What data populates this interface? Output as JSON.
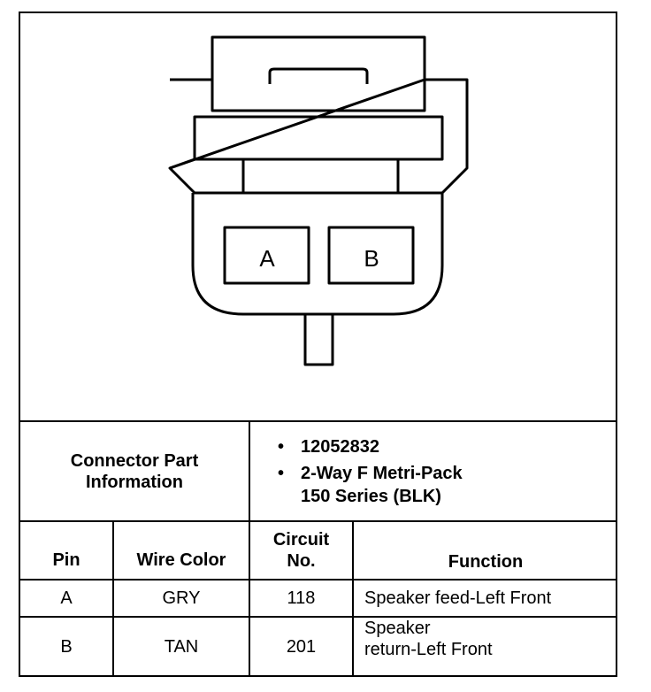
{
  "connector": {
    "pins": [
      "A",
      "B"
    ]
  },
  "info": {
    "label_line1": "Connector Part",
    "label_line2": "Information",
    "part_number": "12052832",
    "description_line1": "2-Way F Metri-Pack",
    "description_line2": "150 Series (BLK)",
    "bullet": "•"
  },
  "table": {
    "headers": {
      "pin": "Pin",
      "wire_color": "Wire Color",
      "circuit_line1": "Circuit",
      "circuit_line2": "No.",
      "function": "Function"
    },
    "rows": [
      {
        "pin": "A",
        "wire_color": "GRY",
        "circuit": "118",
        "function_line1": "Speaker feed-Left Front",
        "function_line2": ""
      },
      {
        "pin": "B",
        "wire_color": "TAN",
        "circuit": "201",
        "function_line1": "Speaker",
        "function_line2": "return-Left Front"
      }
    ]
  }
}
